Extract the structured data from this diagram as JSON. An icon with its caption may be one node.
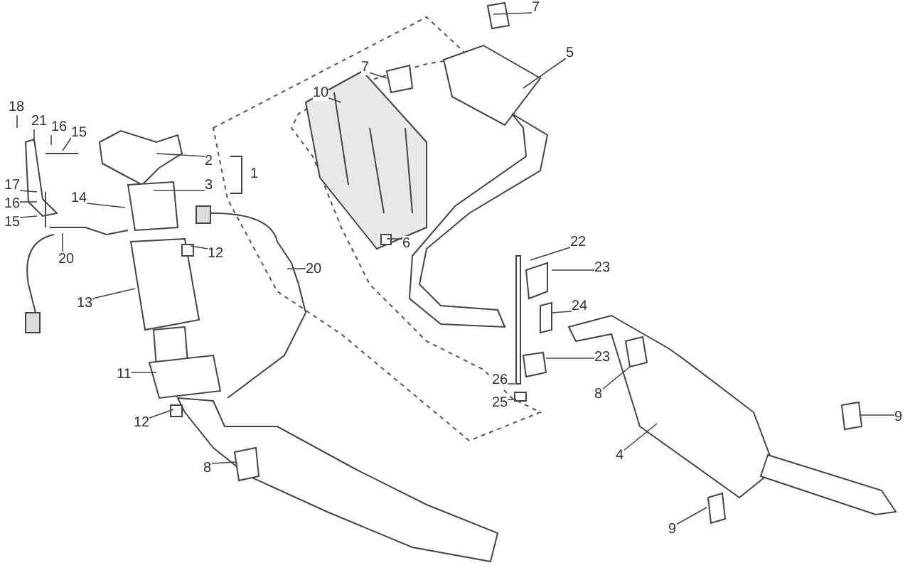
{
  "diagram": {
    "nodes": [
      {
        "text": [
          "7"
        ]
      },
      {
        "text": [
          "5"
        ]
      },
      {
        "text": [
          "10"
        ]
      },
      {
        "text": [
          "7"
        ]
      },
      {
        "text": [
          "18"
        ]
      },
      {
        "text": [
          "21"
        ]
      },
      {
        "text": [
          "16"
        ]
      },
      {
        "text": [
          "15"
        ]
      },
      {
        "text": [
          "2"
        ]
      },
      {
        "text": [
          "3"
        ]
      },
      {
        "text": [
          "17"
        ]
      },
      {
        "text": [
          "14"
        ]
      },
      {
        "text": [
          "16"
        ]
      },
      {
        "text": [
          "15"
        ]
      },
      {
        "text": [
          "6"
        ]
      },
      {
        "text": [
          "22"
        ]
      },
      {
        "text": [
          "12"
        ]
      },
      {
        "text": [
          "20"
        ]
      },
      {
        "text": [
          "20"
        ]
      },
      {
        "text": [
          "23"
        ]
      },
      {
        "text": [
          "13"
        ]
      },
      {
        "text": [
          "24"
        ]
      },
      {
        "text": [
          "23"
        ]
      },
      {
        "text": [
          "11"
        ]
      },
      {
        "text": [
          "8"
        ]
      },
      {
        "text": [
          "26"
        ]
      },
      {
        "text": [
          "25"
        ]
      },
      {
        "text": [
          "9"
        ]
      },
      {
        "text": [
          "12"
        ]
      },
      {
        "text": [
          "4"
        ]
      },
      {
        "text": [
          "8"
        ]
      },
      {
        "text": [
          "9"
        ]
      }
    ],
    "edges": [
      {
        "from": 0,
        "to": null,
        "arrow": "none"
      },
      {
        "from": 1,
        "to": null,
        "arrow": "none"
      },
      {
        "from": 2,
        "to": null,
        "arrow": "none"
      },
      {
        "from": 3,
        "to": null,
        "arrow": "none"
      },
      {
        "from": 4,
        "to": null,
        "arrow": "none"
      },
      {
        "from": 5,
        "to": null,
        "arrow": "none"
      },
      {
        "from": 6,
        "to": null,
        "arrow": "none"
      },
      {
        "from": 7,
        "to": null,
        "arrow": "none"
      },
      {
        "from": 8,
        "to": null,
        "arrow": "none"
      },
      {
        "from": 9,
        "to": null,
        "arrow": "none"
      },
      {
        "from": 10,
        "to": null,
        "arrow": "none"
      },
      {
        "from": 11,
        "to": null,
        "arrow": "none"
      },
      {
        "from": 12,
        "to": null,
        "arrow": "none"
      },
      {
        "from": 13,
        "to": null,
        "arrow": "none"
      },
      {
        "from": 14,
        "to": null,
        "arrow": "none"
      },
      {
        "from": 15,
        "to": null,
        "arrow": "none"
      },
      {
        "from": 16,
        "to": null,
        "arrow": "none"
      },
      {
        "from": 17,
        "to": null,
        "arrow": "none"
      },
      {
        "from": 18,
        "to": null,
        "arrow": "none"
      },
      {
        "from": 19,
        "to": null,
        "arrow": "none"
      },
      {
        "from": 20,
        "to": null,
        "arrow": "none"
      },
      {
        "from": 21,
        "to": null,
        "arrow": "none"
      },
      {
        "from": 22,
        "to": null,
        "arrow": "none"
      },
      {
        "from": 23,
        "to": null,
        "arrow": "none"
      },
      {
        "from": 24,
        "to": null,
        "arrow": "none"
      },
      {
        "from": 25,
        "to": null,
        "arrow": "none"
      },
      {
        "from": 26,
        "to": null,
        "arrow": "none"
      },
      {
        "from": 27,
        "to": null,
        "arrow": "none"
      },
      {
        "from": 28,
        "to": null,
        "arrow": "none"
      },
      {
        "from": 29,
        "to": null,
        "arrow": "none"
      },
      {
        "from": 30,
        "to": null,
        "arrow": "none"
      },
      {
        "from": 31,
        "to": null,
        "arrow": "none"
      }
    ],
    "labels": [
      "1"
    ]
  }
}
